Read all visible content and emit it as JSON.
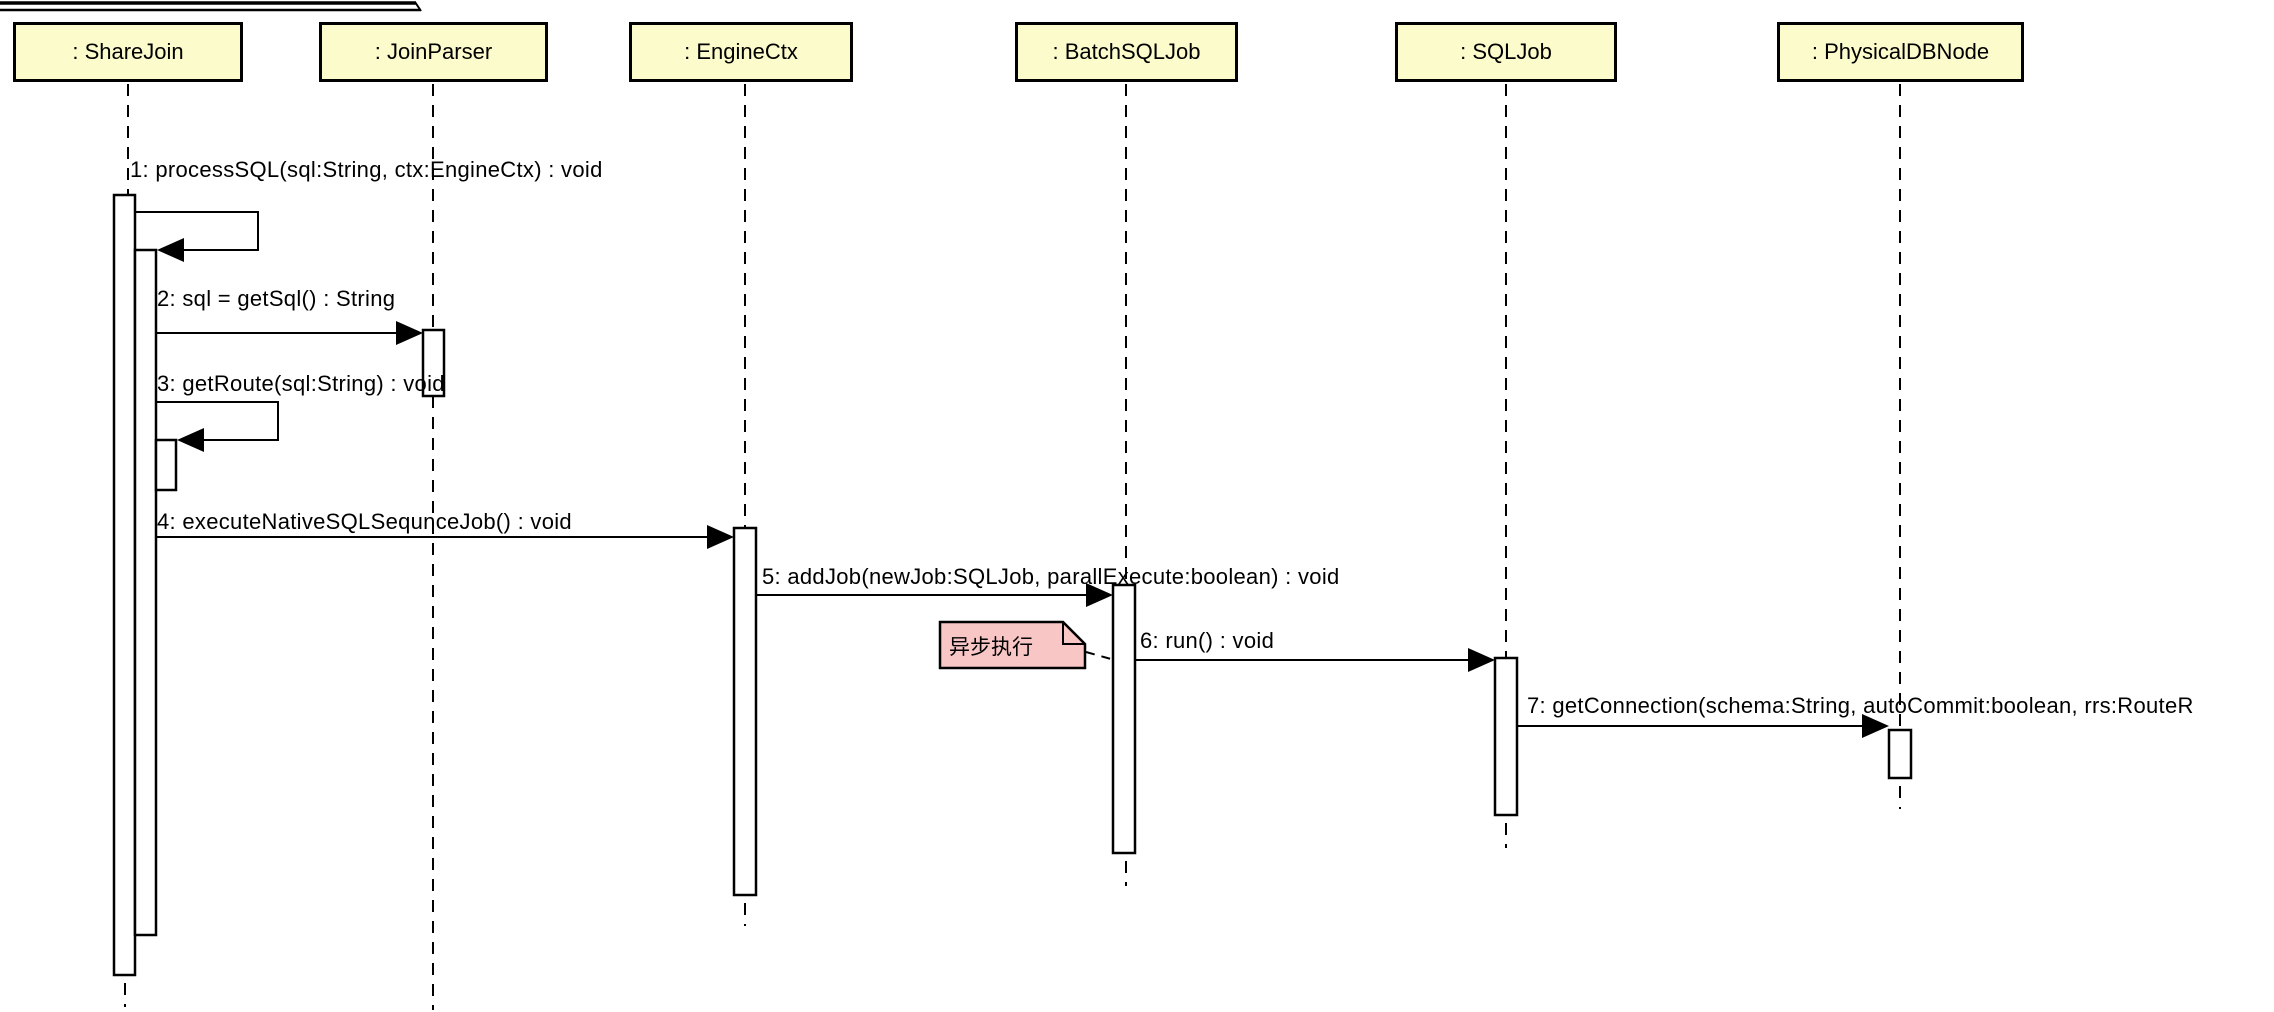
{
  "diagram": {
    "type": "uml-sequence-diagram",
    "background": "#ffffff",
    "colors": {
      "object_fill": "#fbfbcb",
      "object_border": "#000000",
      "note_fill": "#f9c6c6",
      "line": "#000000",
      "activation_fill": "#ffffff"
    },
    "objects": [
      {
        "label": ": ShareJoin"
      },
      {
        "label": ": JoinParser"
      },
      {
        "label": ": EngineCtx"
      },
      {
        "label": ": BatchSQLJob"
      },
      {
        "label": ": SQLJob"
      },
      {
        "label": ": PhysicalDBNode"
      }
    ],
    "messages": [
      {
        "label": "1: processSQL(sql:String, ctx:EngineCtx) : void",
        "from": ": ShareJoin",
        "to": ": ShareJoin",
        "kind": "self-call"
      },
      {
        "label": "2: sql = getSql() : String",
        "from": ": ShareJoin",
        "to": ": JoinParser",
        "kind": "call"
      },
      {
        "label": "3: getRoute(sql:String) : void",
        "from": ": ShareJoin",
        "to": ": ShareJoin",
        "kind": "self-call"
      },
      {
        "label": "4: executeNativeSQLSequnceJob() : void",
        "from": ": ShareJoin",
        "to": ": EngineCtx",
        "kind": "call"
      },
      {
        "label": "5: addJob(newJob:SQLJob, parallExecute:boolean) : void",
        "from": ": EngineCtx",
        "to": ": BatchSQLJob",
        "kind": "call"
      },
      {
        "label": "6: run() : void",
        "from": ": BatchSQLJob",
        "to": ": SQLJob",
        "kind": "call"
      },
      {
        "label": "7: getConnection(schema:String, autoCommit:boolean, rrs:RouteR",
        "from": ": SQLJob",
        "to": ": PhysicalDBNode",
        "kind": "call",
        "clipped_at_right_edge": true
      }
    ],
    "note": {
      "text": "异步执行",
      "attached_to": ": BatchSQLJob"
    }
  }
}
